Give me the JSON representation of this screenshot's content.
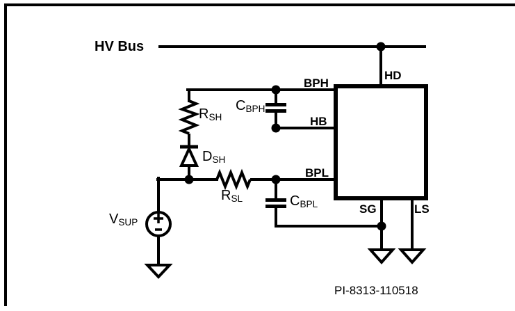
{
  "diagram": {
    "type": "circuit-schematic",
    "bus_label": "HV Bus",
    "part_number": "PI-8313-110518",
    "line_color": "#000000",
    "background_color": "#ffffff",
    "pins": {
      "hd": "HD",
      "bph": "BPH",
      "hb": "HB",
      "bpl": "BPL",
      "sg": "SG",
      "ls": "LS"
    },
    "components": {
      "r_sh": {
        "base": "R",
        "sub": "SH"
      },
      "d_sh": {
        "base": "D",
        "sub": "SH"
      },
      "r_sl": {
        "base": "R",
        "sub": "SL"
      },
      "c_bph": {
        "base": "C",
        "sub": "BPH"
      },
      "c_bpl": {
        "base": "C",
        "sub": "BPL"
      },
      "v_sup": {
        "base": "V",
        "sub": "SUP"
      }
    }
  }
}
